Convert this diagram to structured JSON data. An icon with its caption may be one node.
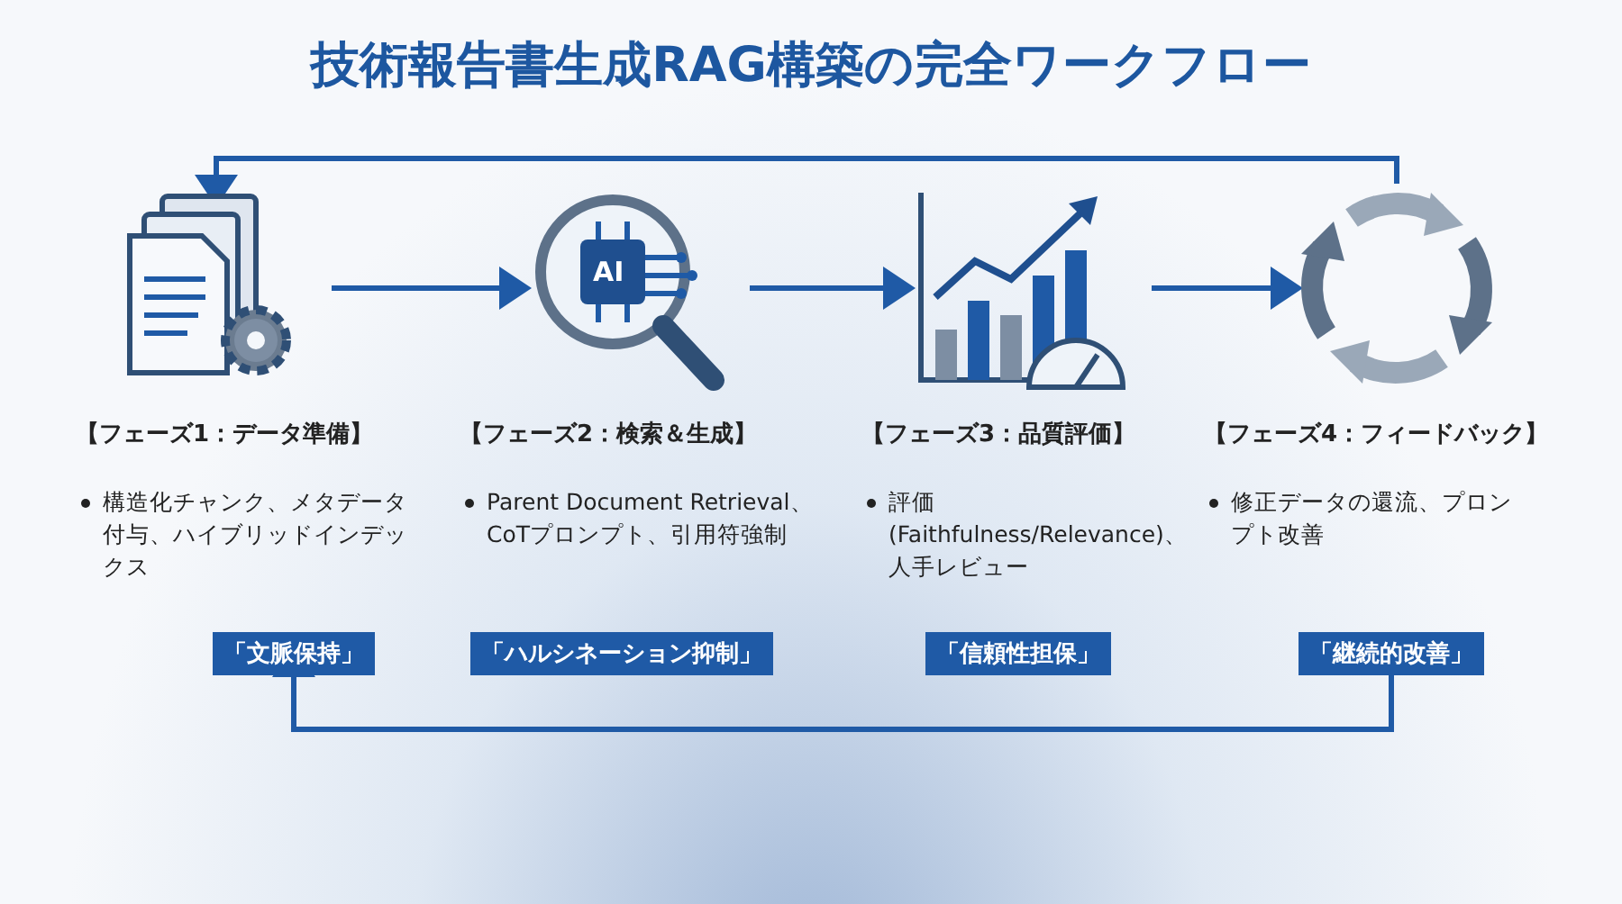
{
  "diagram": {
    "title": "技術報告書生成RAG構築の完全ワークフロー",
    "nodes": [
      {
        "text": [],
        "shape": "picture",
        "beside": [
          "【フェーズ1：データ準備】",
          "構造化チャンク、メタデータ付与、ハイブリッドインデックス"
        ]
      },
      {
        "text": [
          "AI"
        ],
        "beside": [
          "【フェーズ2：検索＆生成】",
          "Parent Document Retrieval、CoTプロンプト、引用符強制"
        ]
      },
      {
        "text": [],
        "shape": "picture",
        "beside": [
          "【フェーズ3：品質評価】",
          "評価 (Faithfulness/Relevance)、人手レビュー"
        ]
      },
      {
        "text": [],
        "shape": "picture",
        "beside": [
          "【フェーズ4：フィードバック】",
          "修正データの還流、プロンプト改善"
        ]
      },
      {
        "text": [
          "「文脈保持」"
        ]
      },
      {
        "text": [
          "「ハルシネーション抑制」"
        ]
      },
      {
        "text": [
          "「信頼性担保」"
        ]
      },
      {
        "text": [
          "「継続的改善」"
        ]
      }
    ],
    "edges": [
      {
        "from": 0,
        "to": 1,
        "arrow": "to"
      },
      {
        "from": 1,
        "to": 2,
        "arrow": "to"
      },
      {
        "from": 2,
        "to": 3,
        "arrow": "to"
      },
      {
        "from": 3,
        "to": 0,
        "arrow": "to"
      },
      {
        "from": 7,
        "to": 4,
        "arrow": "to"
      }
    ]
  }
}
